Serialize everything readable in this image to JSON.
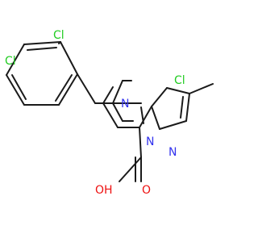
{
  "molecule": {
    "atoms": {
      "cl_top": "Cl",
      "cl_left": "Cl",
      "cl_right": "Cl",
      "n_ring": "N",
      "n_bridge": "N",
      "n_pyrazole": "N",
      "o_carbonyl": "O",
      "oh": "OH"
    }
  },
  "colors": {
    "carbon": "#1a1a1a",
    "nitrogen": "#3333ee",
    "oxygen": "#ee1111",
    "chlorine": "#22cc22"
  }
}
